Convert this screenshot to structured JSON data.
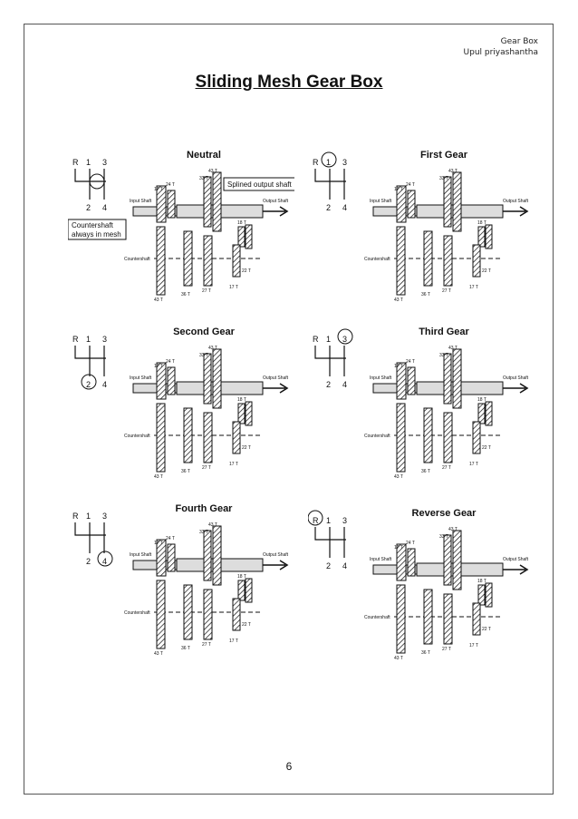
{
  "header": {
    "doc_title": "Gear Box",
    "author": "Upul priyashantha"
  },
  "title": "Sliding Mesh Gear Box",
  "page_number": "6",
  "shift_pattern": {
    "r": "R",
    "one": "1",
    "three": "3",
    "two": "2",
    "four": "4"
  },
  "gear_labels": {
    "input_shaft": "Input Shaft",
    "output_shaft": "Output Shaft",
    "countershaft": "Countershaft",
    "t43": "43 T",
    "t33": "33 T",
    "t24": "24 T",
    "t17": "17 T",
    "t18": "18 T",
    "t36": "36 T",
    "t27": "27 T",
    "t22": "22 T"
  },
  "diagrams": [
    {
      "title": "Neutral",
      "selected": "",
      "callouts": [
        "Splined output shaft",
        "Countershaft always in mesh"
      ]
    },
    {
      "title": "First Gear",
      "selected": "1"
    },
    {
      "title": "Second Gear",
      "selected": "2"
    },
    {
      "title": "Third Gear",
      "selected": "3"
    },
    {
      "title": "Fourth Gear",
      "selected": "4"
    },
    {
      "title": "Reverse Gear",
      "selected": "R"
    }
  ]
}
